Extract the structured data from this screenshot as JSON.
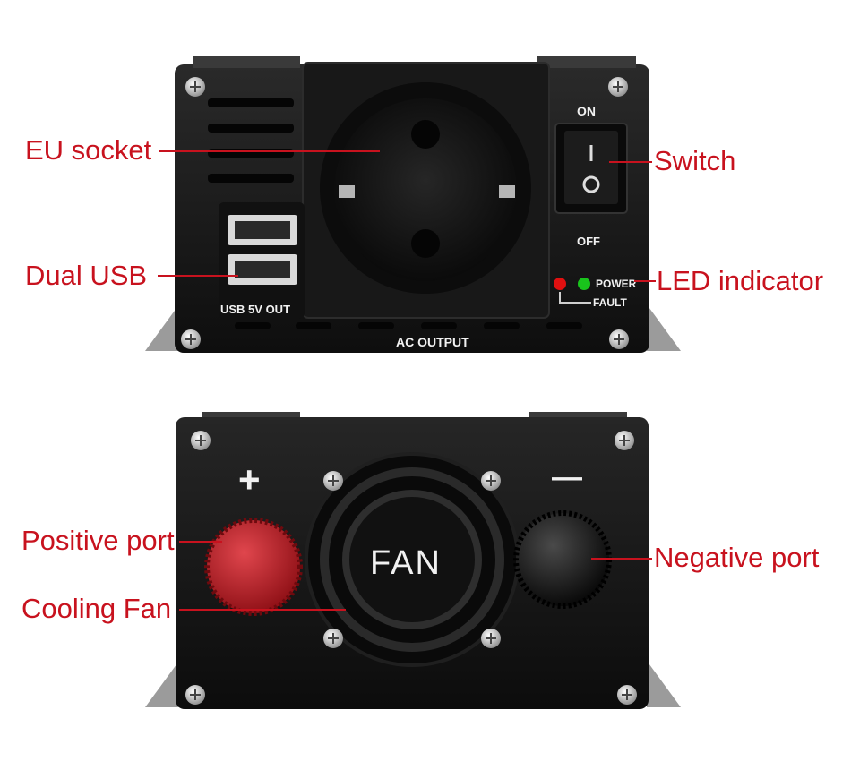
{
  "front_panel": {
    "switch_on_label": "ON",
    "switch_off_label": "OFF",
    "usb_label": "USB 5V OUT",
    "ac_label": "AC OUTPUT",
    "power_led_label": "POWER",
    "fault_led_label": "FAULT",
    "callouts": {
      "eu_socket": "EU socket",
      "switch": "Switch",
      "dual_usb": "Dual USB",
      "led_indicator": "LED indicator"
    }
  },
  "rear_panel": {
    "fan_label": "FAN",
    "plus_symbol": "+",
    "minus_symbol": "—",
    "callouts": {
      "positive_port": "Positive port",
      "negative_port": "Negative port",
      "cooling_fan": "Cooling Fan"
    }
  },
  "colors": {
    "callout_red": "#c8121e",
    "body_black": "#141414",
    "led_red": "#e01010",
    "led_green": "#19c41c",
    "terminal_red": "#b8141c"
  }
}
